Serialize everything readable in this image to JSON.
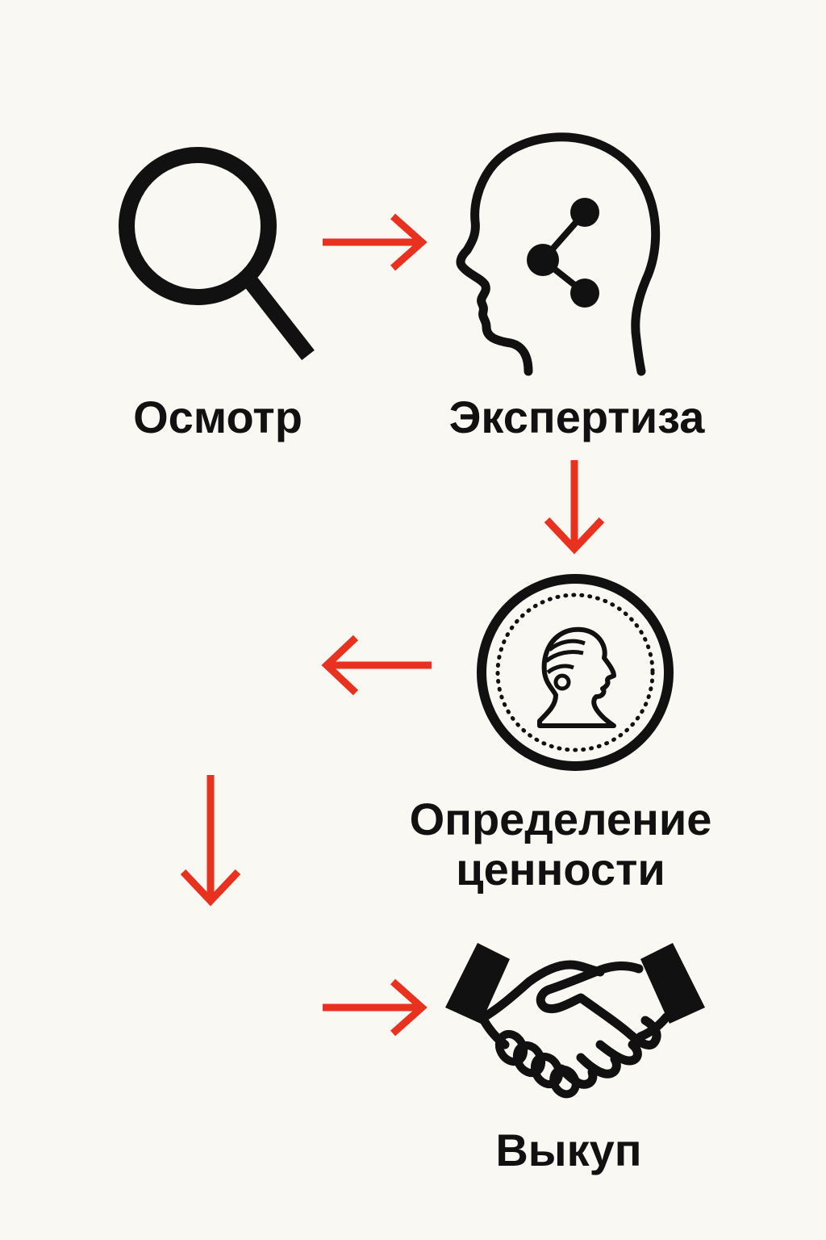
{
  "steps": [
    {
      "label": "Осмотр",
      "icon": "magnifier-icon"
    },
    {
      "label": "Экспертиза",
      "icon": "head-network-icon"
    },
    {
      "label_line1": "Определение",
      "label_line2": "ценности",
      "icon": "coin-profile-icon"
    },
    {
      "label": "Выкуп",
      "icon": "handshake-icon"
    }
  ],
  "colors": {
    "background": "#faf8f3",
    "ink": "#111111",
    "arrow": "#e8321f"
  }
}
